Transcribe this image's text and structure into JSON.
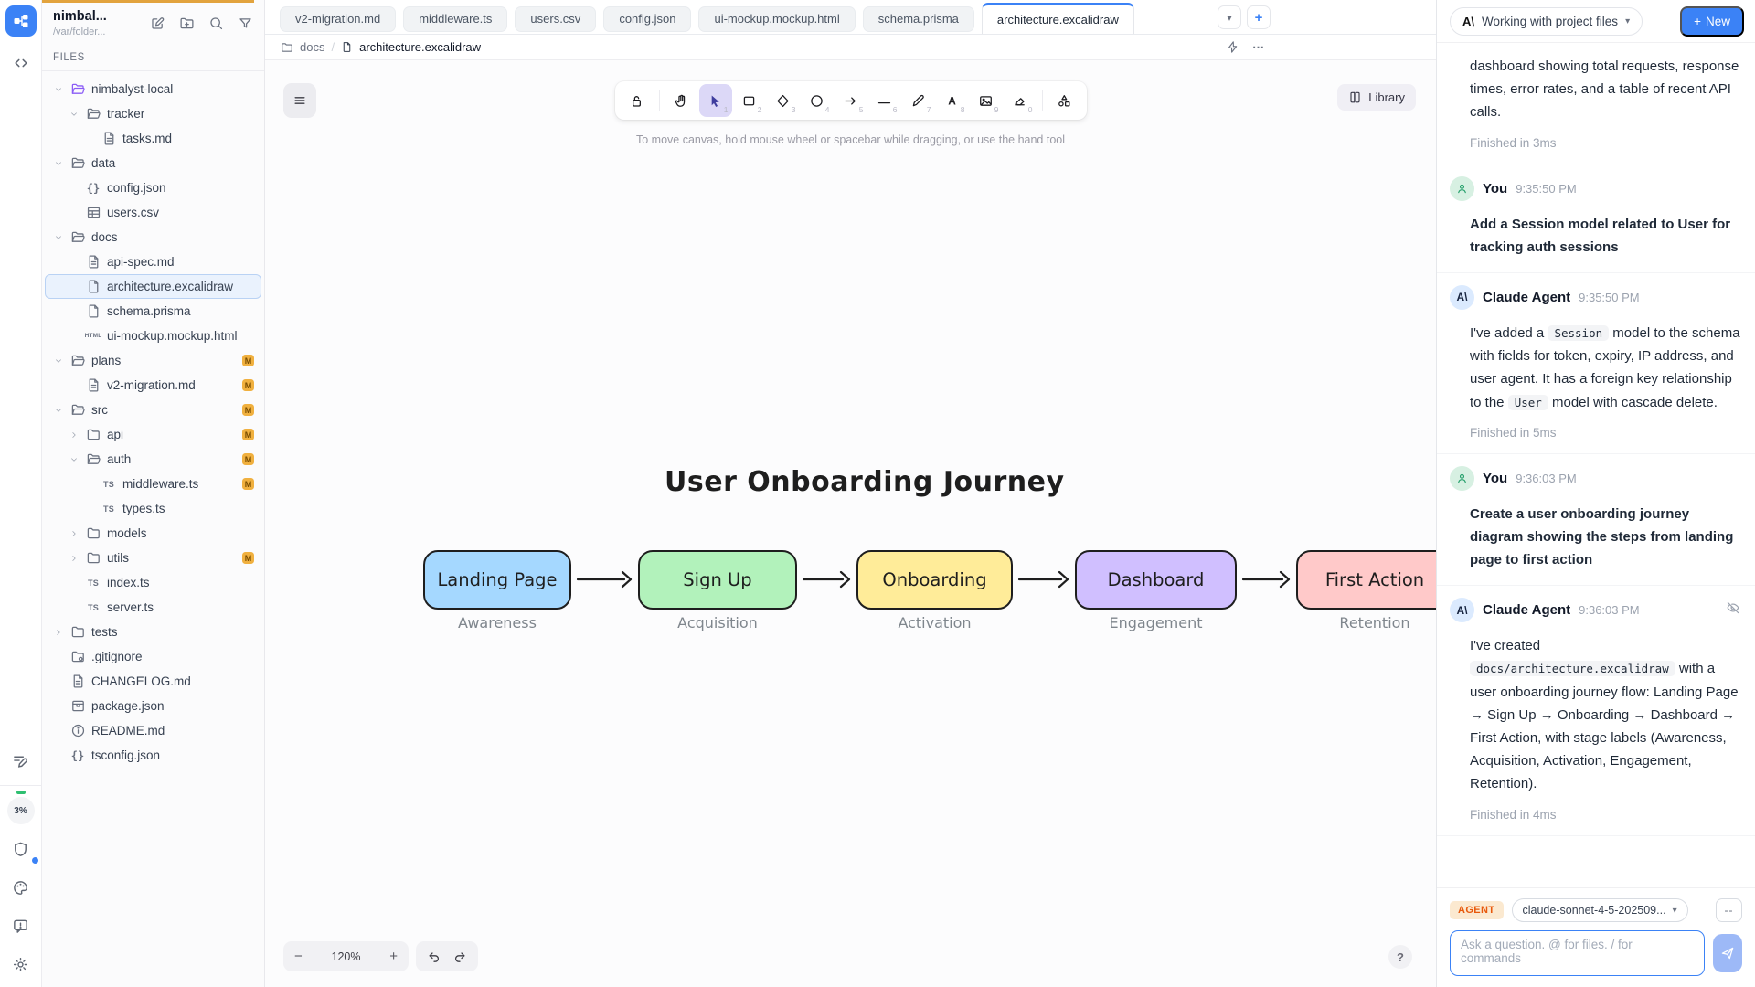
{
  "rail": {
    "battery": "3%"
  },
  "sidebar": {
    "title": "nimbal...",
    "path": "/var/folder...",
    "files_header": "FILES",
    "tree": [
      {
        "label": "nimbalyst-local",
        "icon": "folder-open",
        "icon_color": "purple",
        "depth": 0,
        "chevron": "open"
      },
      {
        "label": "tracker",
        "icon": "folder-open",
        "depth": 1,
        "chevron": "open"
      },
      {
        "label": "tasks.md",
        "icon": "doc",
        "depth": 2
      },
      {
        "label": "data",
        "icon": "folder-open",
        "depth": 0,
        "chevron": "open"
      },
      {
        "label": "config.json",
        "icon": "braces",
        "depth": 1
      },
      {
        "label": "users.csv",
        "icon": "table",
        "depth": 1
      },
      {
        "label": "docs",
        "icon": "folder-open",
        "depth": 0,
        "chevron": "open"
      },
      {
        "label": "api-spec.md",
        "icon": "doc",
        "depth": 1
      },
      {
        "label": "architecture.excalidraw",
        "icon": "file",
        "depth": 1,
        "selected": true
      },
      {
        "label": "schema.prisma",
        "icon": "file",
        "depth": 1
      },
      {
        "label": "ui-mockup.mockup.html",
        "icon": "html",
        "depth": 1
      },
      {
        "label": "plans",
        "icon": "folder-open",
        "depth": 0,
        "chevron": "open",
        "badge": "M"
      },
      {
        "label": "v2-migration.md",
        "icon": "doc",
        "depth": 1,
        "badge": "M"
      },
      {
        "label": "src",
        "icon": "folder-open",
        "depth": 0,
        "chevron": "open",
        "badge": "M"
      },
      {
        "label": "api",
        "icon": "folder",
        "depth": 1,
        "chevron": "closed",
        "badge": "M"
      },
      {
        "label": "auth",
        "icon": "folder-open",
        "depth": 1,
        "chevron": "open",
        "badge": "M"
      },
      {
        "label": "middleware.ts",
        "icon": "ts",
        "depth": 2,
        "badge": "M"
      },
      {
        "label": "types.ts",
        "icon": "ts",
        "depth": 2
      },
      {
        "label": "models",
        "icon": "folder",
        "depth": 1,
        "chevron": "closed"
      },
      {
        "label": "utils",
        "icon": "folder",
        "depth": 1,
        "chevron": "closed",
        "badge": "M"
      },
      {
        "label": "index.ts",
        "icon": "ts",
        "depth": 1
      },
      {
        "label": "server.ts",
        "icon": "ts",
        "depth": 1
      },
      {
        "label": "tests",
        "icon": "folder",
        "depth": 0,
        "chevron": "closed"
      },
      {
        "label": ".gitignore",
        "icon": "gitfolder",
        "depth": 0
      },
      {
        "label": "CHANGELOG.md",
        "icon": "doc",
        "depth": 0
      },
      {
        "label": "package.json",
        "icon": "package",
        "depth": 0
      },
      {
        "label": "README.md",
        "icon": "info",
        "depth": 0
      },
      {
        "label": "tsconfig.json",
        "icon": "braces",
        "depth": 0
      }
    ]
  },
  "tabs": {
    "items": [
      {
        "label": "v2-migration.md"
      },
      {
        "label": "middleware.ts"
      },
      {
        "label": "users.csv"
      },
      {
        "label": "config.json"
      },
      {
        "label": "ui-mockup.mockup.html"
      },
      {
        "label": "schema.prisma"
      },
      {
        "label": "architecture.excalidraw"
      }
    ],
    "active_index": 6
  },
  "breadcrumb": {
    "folder": "docs",
    "file": "architecture.excalidraw"
  },
  "canvas": {
    "hint": "To move canvas, hold mouse wheel or spacebar while dragging, or use the hand tool",
    "library_label": "Library",
    "zoom_level": "120%",
    "tools": [
      {
        "name": "lock"
      },
      {
        "name": "divider"
      },
      {
        "name": "hand"
      },
      {
        "name": "select",
        "key": "1",
        "active": true
      },
      {
        "name": "rectangle",
        "key": "2"
      },
      {
        "name": "diamond",
        "key": "3"
      },
      {
        "name": "ellipse",
        "key": "4"
      },
      {
        "name": "arrow",
        "key": "5"
      },
      {
        "name": "line",
        "key": "6"
      },
      {
        "name": "draw",
        "key": "7"
      },
      {
        "name": "text",
        "key": "8"
      },
      {
        "name": "image",
        "key": "9"
      },
      {
        "name": "eraser",
        "key": "0"
      },
      {
        "name": "divider"
      },
      {
        "name": "shapes"
      }
    ]
  },
  "diagram": {
    "title": "User Onboarding Journey",
    "stroke_color": "#1e1e1e",
    "nodes": [
      {
        "label": "Landing Page",
        "stage": "Awareness",
        "fill": "#a5d8ff"
      },
      {
        "label": "Sign Up",
        "stage": "Acquisition",
        "fill": "#b2f2bb"
      },
      {
        "label": "Onboarding",
        "stage": "Activation",
        "fill": "#ffec99"
      },
      {
        "label": "Dashboard",
        "stage": "Engagement",
        "fill": "#d0bfff"
      },
      {
        "label": "First Action",
        "stage": "Retention",
        "fill": "#ffc9c9"
      }
    ]
  },
  "chat": {
    "header": {
      "logo": "A\\",
      "mode_label": "Working with project files",
      "new_label": "New"
    },
    "messages": [
      {
        "type": "continuation",
        "segments": [
          {
            "type": "text",
            "value": "dashboard showing total requests, response times, error rates, and a table of recent API calls."
          }
        ],
        "status": "Finished in 3ms"
      },
      {
        "type": "user",
        "author": "You",
        "time": "9:35:50 PM",
        "segments": [
          {
            "type": "text",
            "value": "Add a Session model related to User for tracking auth sessions"
          }
        ]
      },
      {
        "type": "agent",
        "author": "Claude Agent",
        "time": "9:35:50 PM",
        "segments": [
          {
            "type": "text",
            "value": "I've added a "
          },
          {
            "type": "code",
            "value": "Session"
          },
          {
            "type": "text",
            "value": " model to the schema with fields for token, expiry, IP address, and user agent. It has a foreign key relationship to the "
          },
          {
            "type": "code",
            "value": "User"
          },
          {
            "type": "text",
            "value": " model with cascade delete."
          }
        ],
        "status": "Finished in 5ms"
      },
      {
        "type": "user",
        "author": "You",
        "time": "9:36:03 PM",
        "segments": [
          {
            "type": "text",
            "value": "Create a user onboarding journey diagram showing the steps from landing page to first action"
          }
        ]
      },
      {
        "type": "agent",
        "author": "Claude Agent",
        "time": "9:36:03 PM",
        "hidden_toggle": true,
        "segments": [
          {
            "type": "text",
            "value": "I've created "
          },
          {
            "type": "code",
            "value": "docs/architecture.excalidraw"
          },
          {
            "type": "text",
            "value": " with a user onboarding journey flow: Landing Page → Sign Up → Onboarding → Dashboard → First Action, with stage labels (Awareness, Acquisition, Activation, Engagement, Retention)."
          }
        ],
        "status": "Finished in 4ms"
      }
    ]
  },
  "composer": {
    "agent_label": "AGENT",
    "model": "claude-sonnet-4-5-202509...",
    "placeholder": "Ask a question. @ for files. / for commands"
  }
}
